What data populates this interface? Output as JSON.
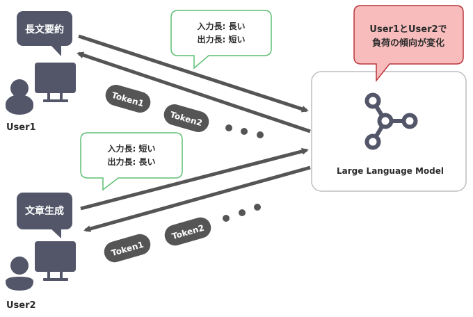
{
  "colors": {
    "icon": "#525668",
    "arrow": "#555555",
    "token_bg": "#555555",
    "note_border": "#5cbf73",
    "alert_bg": "#f8bcbc",
    "alert_border": "#b8353c",
    "llm_border": "#bdbdbd"
  },
  "users": [
    {
      "label": "User1",
      "task": "長文要約"
    },
    {
      "label": "User2",
      "task": "文章生成"
    }
  ],
  "notes": [
    {
      "line1": "入力長: 長い",
      "line2": "出力長: 短い"
    },
    {
      "line1": "入力長: 短い",
      "line2": "出力長: 長い"
    }
  ],
  "tokens_user1": [
    "Token1",
    "Token2"
  ],
  "tokens_user2": [
    "Token1",
    "Token2"
  ],
  "alert": {
    "line1": "User1とUser2で",
    "line2": "負荷の傾向が変化"
  },
  "llm": {
    "label": "Large Language Model",
    "icon": "hub-nodes-icon"
  }
}
